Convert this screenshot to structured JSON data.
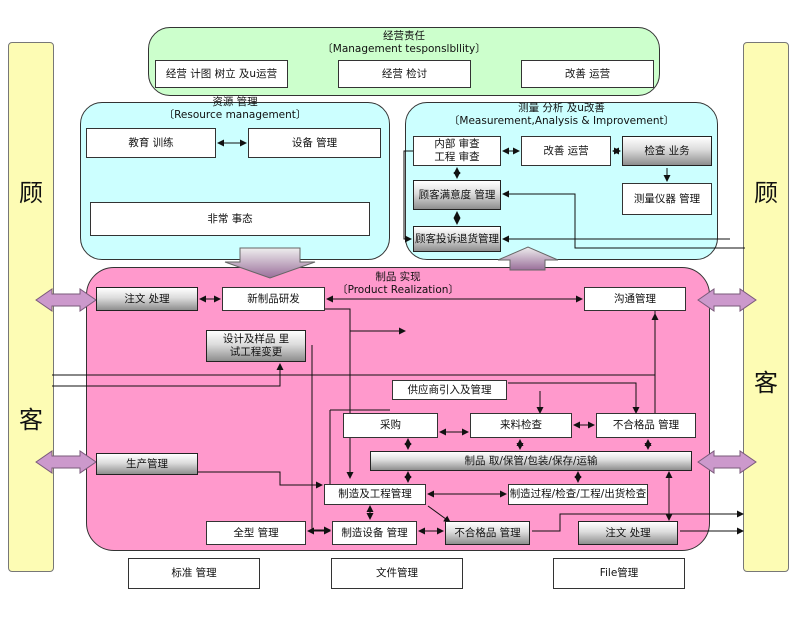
{
  "customer_left": {
    "char1": "顾",
    "char2": "客"
  },
  "customer_right": {
    "char1": "顾",
    "char2": "客"
  },
  "management": {
    "title": "经营责任",
    "subtitle": "〔Management tesponslbllity〕",
    "items": [
      "经营 计图 树立 及u运营",
      "经营 检讨",
      "改善 运营"
    ]
  },
  "resource": {
    "title": "资源 管理",
    "subtitle": "〔Resource management〕",
    "items": [
      "教育 训练",
      "设备 管理",
      "非常 事态"
    ]
  },
  "measurement": {
    "title": "测量 分析 及u改善",
    "subtitle": "〔Measurement,Analysis & Improvement〕",
    "items": [
      "内部 审查\n工程 审查",
      "改善 运营",
      "检查 业务",
      "顾客满意度 管理",
      "测量仪器 管理",
      "顾客投诉退货管理"
    ]
  },
  "product": {
    "title": "制品 实现",
    "subtitle": "〔Product Realization〕",
    "items": [
      "注文 处理",
      "新制品研发",
      "沟通管理",
      "设计及样品 里\n试工程变更",
      "供应商引入及管理",
      "采购",
      "来料检查",
      "不合格品 管理",
      "制品 取/保管/包装/保存/运输",
      "生产管理",
      "制造及工程管理",
      "制造过程/检查/工程/出货检查",
      "全型 管理",
      "制造设备 管理",
      "不合格品 管理",
      "注文 处理"
    ]
  },
  "bottom": {
    "items": [
      "标准 管理",
      "文件管理",
      "File管理"
    ]
  },
  "colors": {
    "management_fill": "#ccffcc",
    "resource_fill": "#ccffff",
    "product_fill": "#ff99cc",
    "customer_fill": "#ffffb3",
    "arrow_fill": "#cc99cc"
  }
}
